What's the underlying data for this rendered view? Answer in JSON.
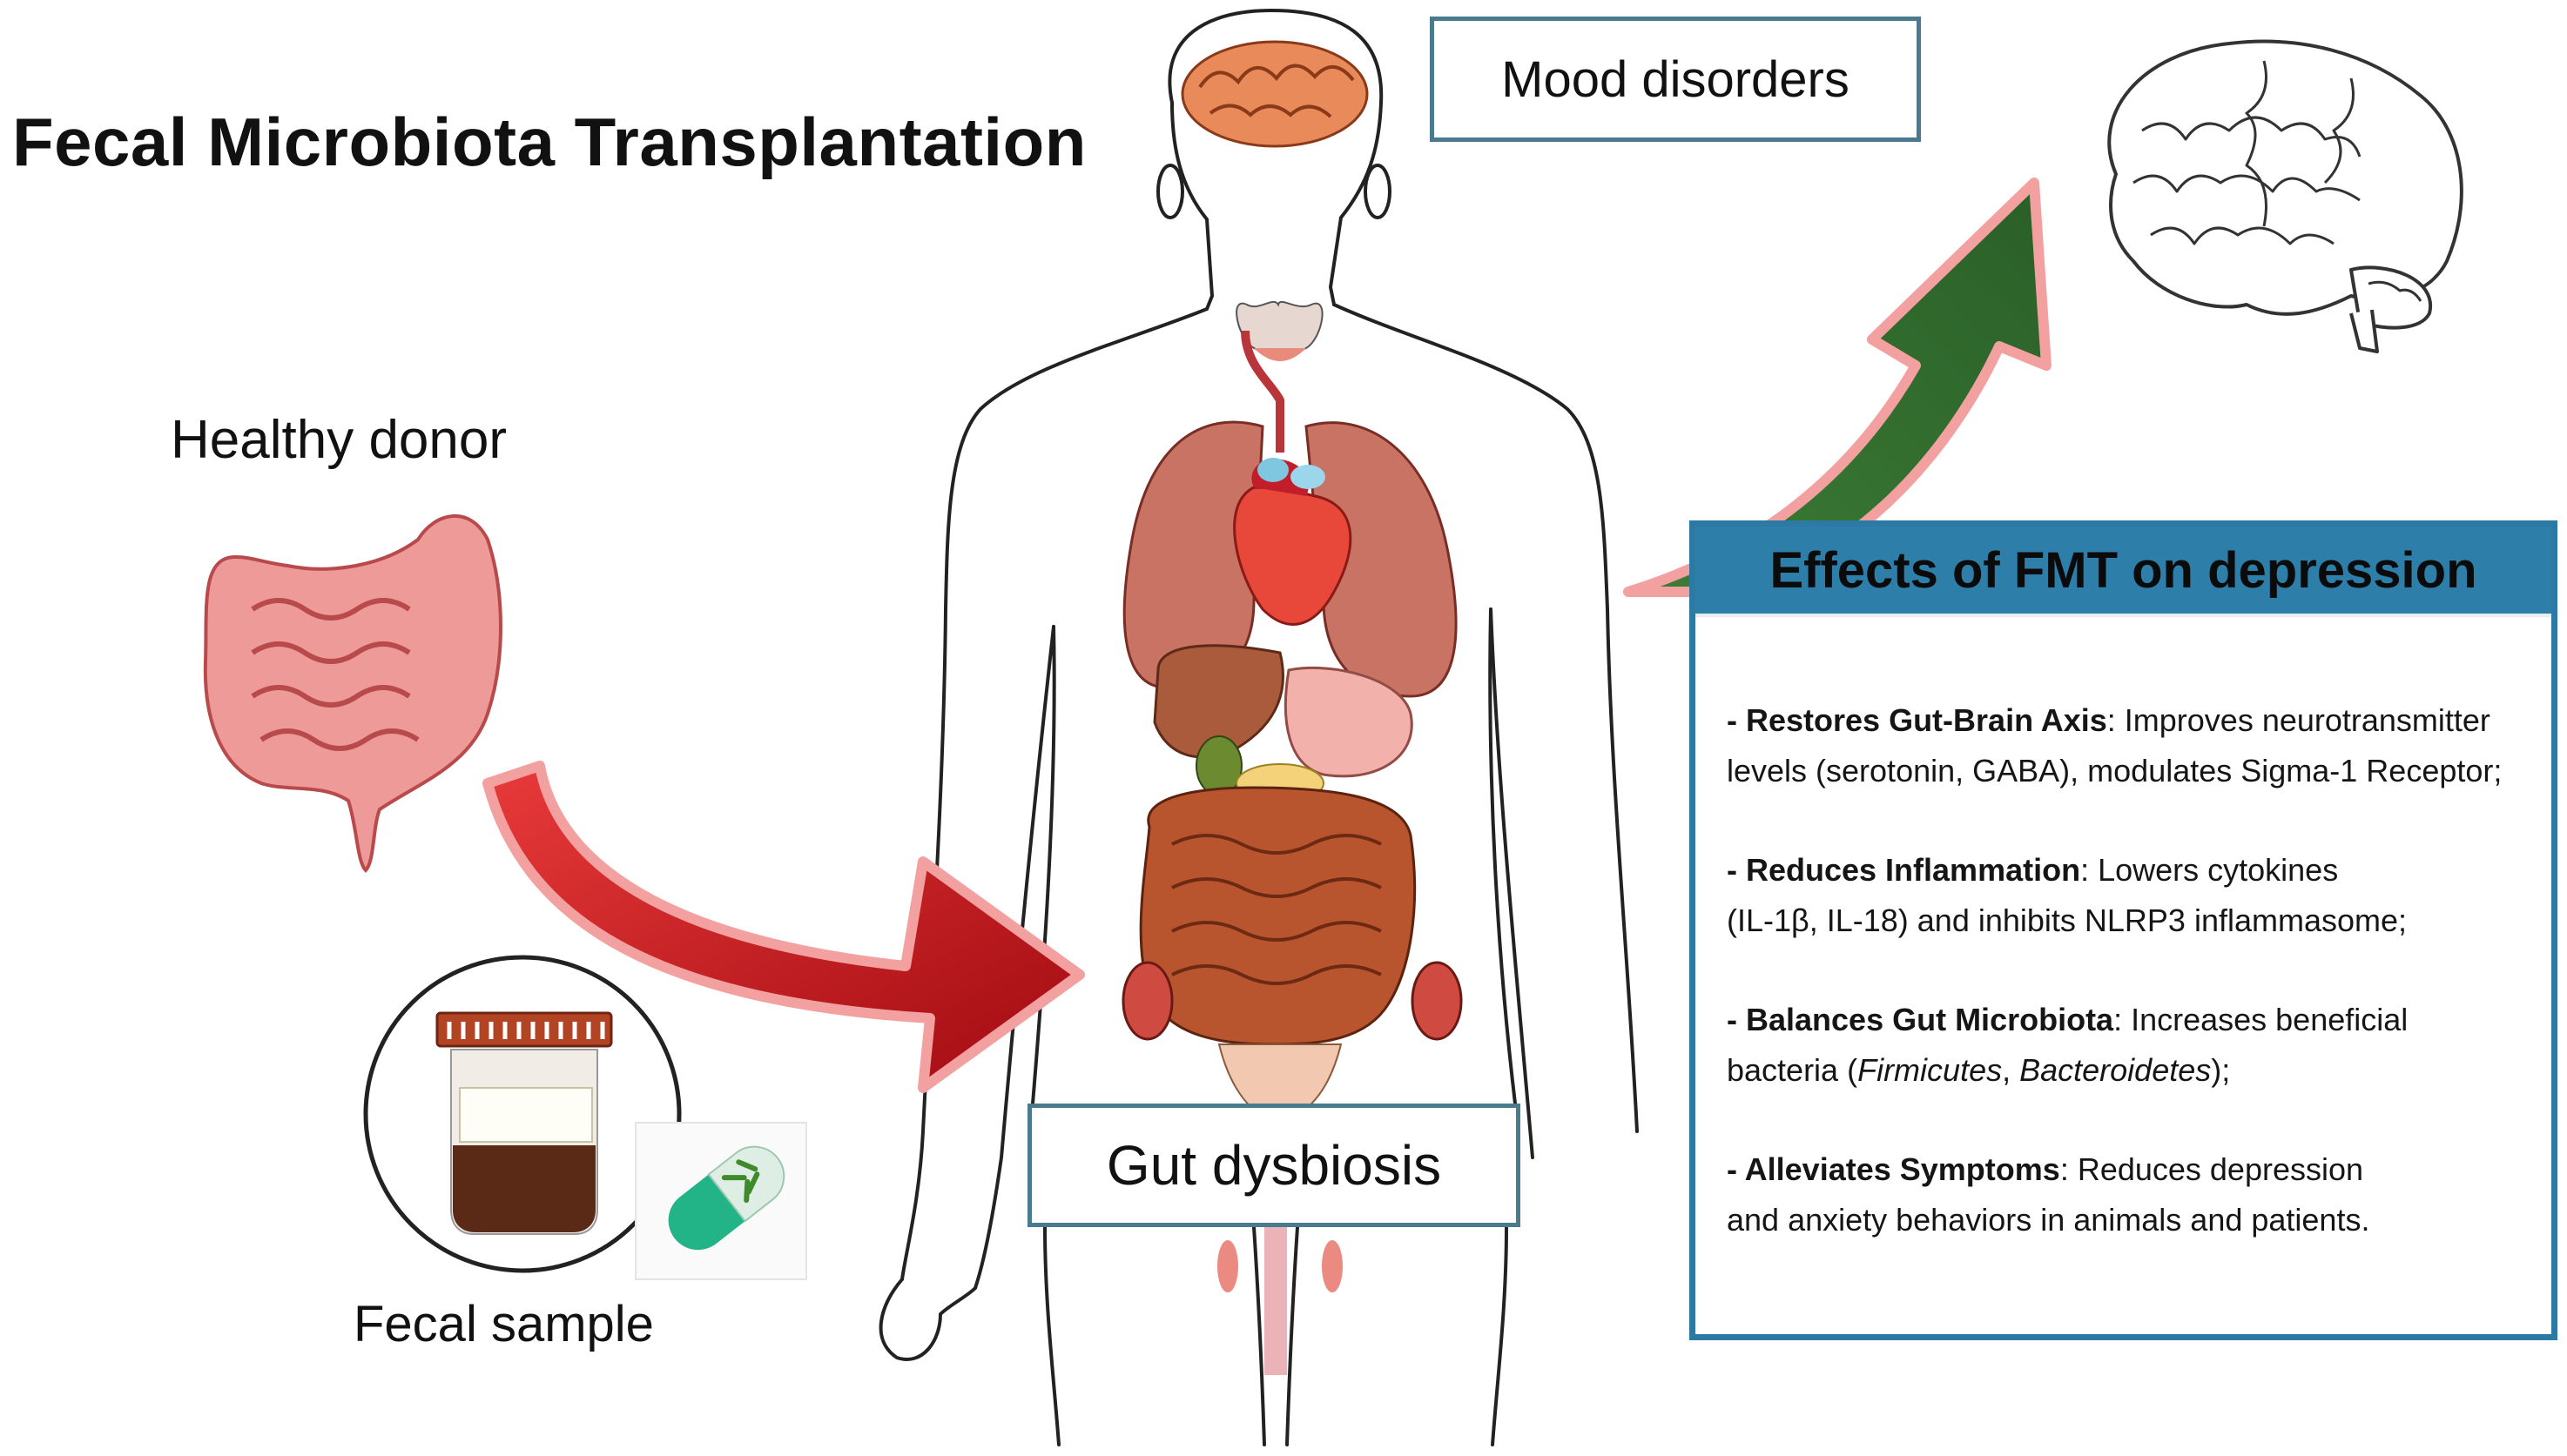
{
  "title": "Fecal Microbiota Transplantation",
  "labels": {
    "healthy_donor": "Healthy donor",
    "fecal_sample": "Fecal sample",
    "mood_disorders": "Mood disorders",
    "gut_dysbiosis": "Gut dysbiosis"
  },
  "effects": {
    "heading": "Effects of FMT on depression",
    "items": [
      {
        "bold": "- Restores Gut-Brain Axis",
        "line1": ": Improves neurotransmitter",
        "line2": "levels (serotonin, GABA), modulates Sigma-1 Receptor;"
      },
      {
        "bold": "- Reduces Inflammation",
        "line1": ": Lowers cytokines",
        "line2": "(IL-1β, IL-18) and inhibits NLRP3 inflammasome;"
      },
      {
        "bold": "- Balances Gut Microbiota",
        "line1": ": Increases beneficial",
        "line2_pre": "bacteria (",
        "italic1": "Firmicutes",
        "sep": ", ",
        "italic2": "Bacteroidetes",
        "line2_post": ");"
      },
      {
        "bold": "- Alleviates Symptoms",
        "line1": ": Reduces depression",
        "line2": "and anxiety behaviors in animals and patients."
      }
    ]
  },
  "colors": {
    "box_border": "#4a7a8e",
    "effects_header": "#2d7fa9",
    "red_arrow": "#c8141b",
    "green_arrow": "#2f6b2e",
    "arrow_glow": "#f2a2a2"
  }
}
